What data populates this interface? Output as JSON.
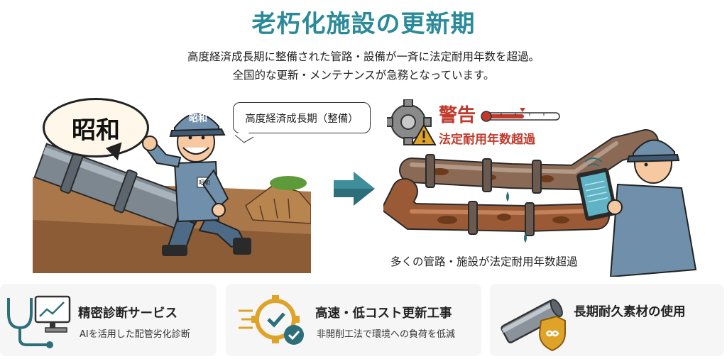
{
  "header": {
    "title": "老朽化施設の更新期",
    "description_line1": "高度経済成長期に整備された管路・設備が一斉に法定耐用年数を超過。",
    "description_line2": "全国的な更新・メンテナンスが急務となっています。"
  },
  "left_scene": {
    "era_label": "昭和",
    "cap_label": "昭和",
    "badge_label": "昭和",
    "speech": "高度経済成長期（整備）"
  },
  "right_scene": {
    "warning_title": "警告",
    "warning_subtitle": "法定耐用年数超過",
    "caption": "多くの管路・施設が法定耐用年数超過"
  },
  "cards": [
    {
      "title": "精密診断サービス",
      "subtitle": "AIを活用した配管劣化診断",
      "icon": "stethoscope-monitor-icon"
    },
    {
      "title": "高速・低コスト更新工事",
      "subtitle": "非開削工法で環境への負荷を低減",
      "icon": "gear-check-icon"
    },
    {
      "title": "長期耐久素材の使用",
      "subtitle": "",
      "icon": "pipe-shield-icon"
    }
  ],
  "colors": {
    "title": "#2a8a9a",
    "warning": "#c0392b",
    "accent_teal": "#2c6e7a",
    "rust": "#8a4a2a"
  }
}
